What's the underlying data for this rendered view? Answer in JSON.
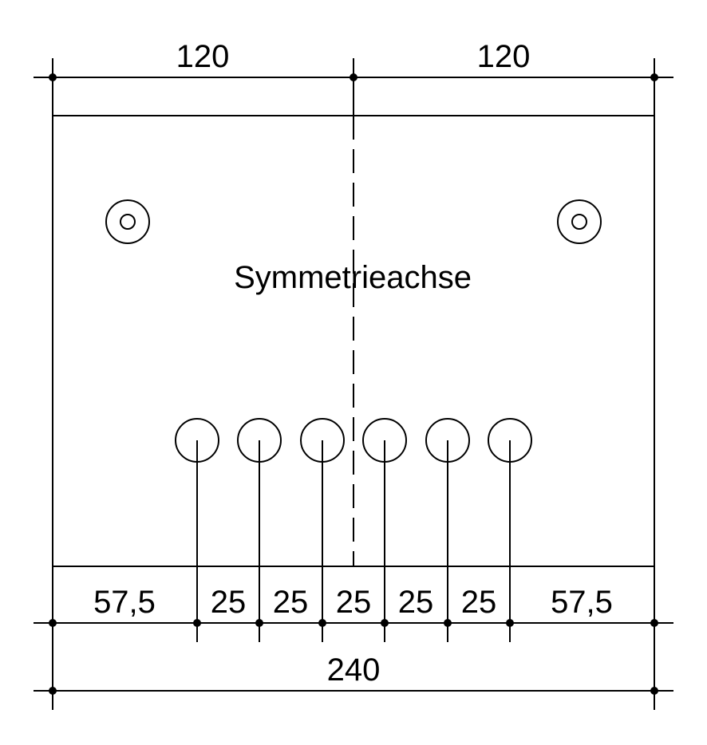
{
  "drawing": {
    "axis_label": "Symmetrieachse",
    "top_dims": [
      "120",
      "120"
    ],
    "bottom_dims": [
      "57,5",
      "25",
      "25",
      "25",
      "25",
      "25",
      "57,5"
    ],
    "total_dim": "240"
  }
}
